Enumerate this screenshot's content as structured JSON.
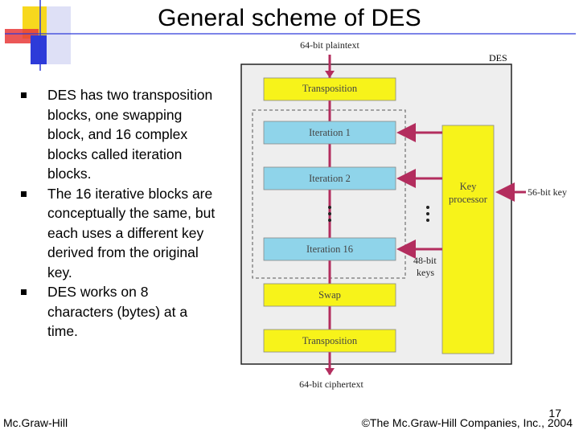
{
  "slide": {
    "title": "General scheme of DES",
    "bullets": [
      "DES has two transposition blocks, one swapping block, and 16 complex blocks called iteration blocks.",
      "The 16 iterative blocks are conceptually the same, but each uses a different key derived from the original key.",
      "DES works on 8 characters (bytes) at a time."
    ],
    "footer_left": "Mc.Graw-Hill",
    "footer_right": "©The Mc.Graw-Hill Companies, Inc., 2004",
    "page_number": "17"
  },
  "diagram": {
    "input_label": "64-bit plaintext",
    "output_label": "64-bit ciphertext",
    "box_label": "DES",
    "blocks": {
      "transposition_top": "Transposition",
      "iteration_1": "Iteration 1",
      "iteration_2": "Iteration 2",
      "iteration_16": "Iteration 16",
      "swap": "Swap",
      "transposition_bottom": "Transposition"
    },
    "key_processor": [
      "Key",
      "processor"
    ],
    "key_input": "56-bit key",
    "round_keys": [
      "48-bit",
      "keys"
    ],
    "colors": {
      "transposition": "#f7f31a",
      "iteration": "#8fd4ea",
      "key_processor": "#f7f31a",
      "arrow": "#b32d5e",
      "box_fill": "#eeeeee"
    }
  },
  "logo": {
    "colors": [
      "#f7d81e",
      "#e83a3a",
      "#2d3bd9"
    ]
  }
}
